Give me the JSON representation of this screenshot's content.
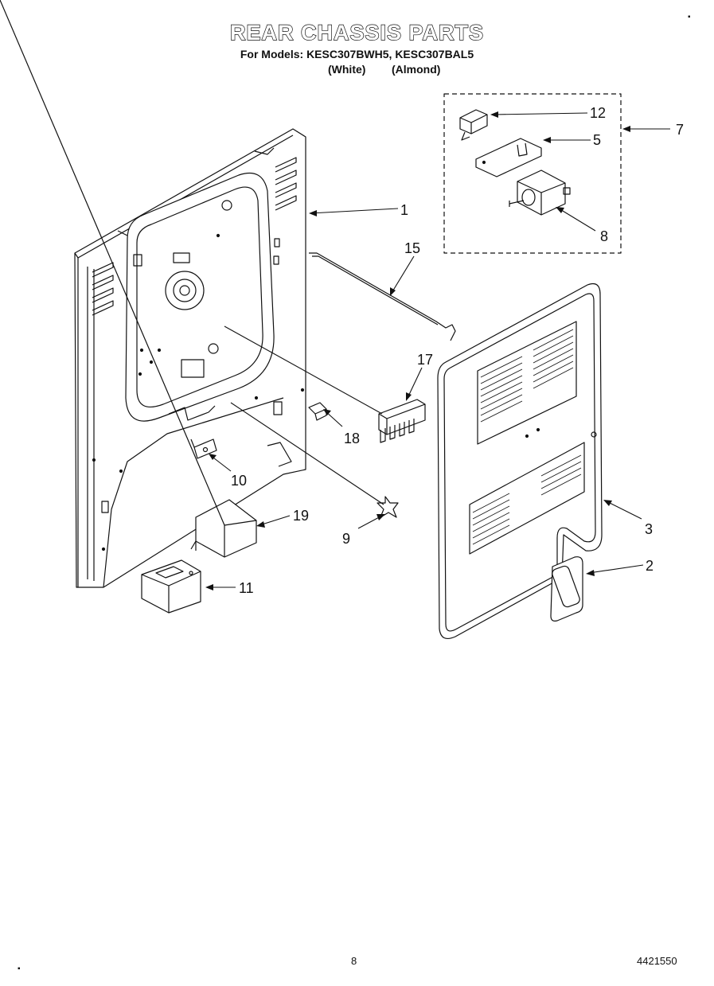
{
  "header": {
    "title": "REAR CHASSIS PARTS",
    "subtitle": "For Models: KESC307BWH5, KESC307BAL5",
    "variant_white": "(White)",
    "variant_almond": "(Almond)"
  },
  "callouts": {
    "c1": "1",
    "c2": "2",
    "c3": "3",
    "c5": "5",
    "c7": "7",
    "c8": "8",
    "c9": "9",
    "c10": "10",
    "c11": "11",
    "c12": "12",
    "c15": "15",
    "c17": "17",
    "c18": "18",
    "c19": "19"
  },
  "footer": {
    "page_number": "8",
    "document_number": "4421550"
  }
}
